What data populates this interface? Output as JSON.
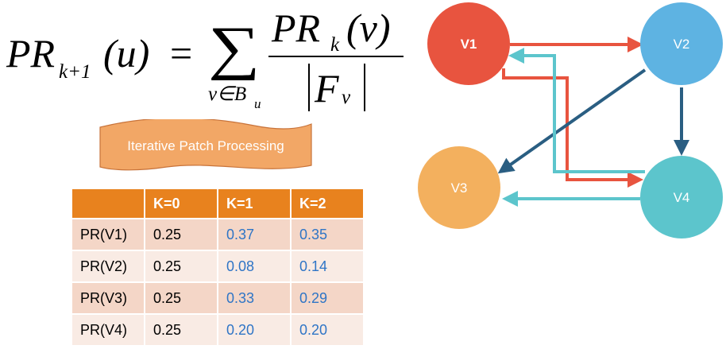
{
  "formula": {
    "lhs": "PR",
    "lhs_sub": "k+1",
    "lhs_arg": "(u)",
    "equals": "=",
    "sum_symbol": "∑",
    "sum_index": "v∈B",
    "sum_index_sub": "u",
    "num": "PR",
    "num_sub": "k",
    "num_arg": "(v)",
    "den": "F",
    "den_sub": "v"
  },
  "banner": {
    "label": "Iterative Patch Processing",
    "color": "#f2a766"
  },
  "table": {
    "headers": [
      "",
      "K=0",
      "K=1",
      "K=2"
    ],
    "rows": [
      [
        "PR(V1)",
        "0.25",
        "0.37",
        "0.35"
      ],
      [
        "PR(V2)",
        "0.25",
        "0.08",
        "0.14"
      ],
      [
        "PR(V3)",
        "0.25",
        "0.33",
        "0.29"
      ],
      [
        "PR(V4)",
        "0.25",
        "0.20",
        "0.20"
      ]
    ],
    "header_color": "#e8821e",
    "value_color": "#2f75c6"
  },
  "graph": {
    "nodes": [
      {
        "id": "V1",
        "label": "V1",
        "color": "#e8543f"
      },
      {
        "id": "V2",
        "label": "V2",
        "color": "#5eb3e2"
      },
      {
        "id": "V3",
        "label": "V3",
        "color": "#f3b05e"
      },
      {
        "id": "V4",
        "label": "V4",
        "color": "#5cc5cc"
      }
    ],
    "edges": [
      {
        "from": "V1",
        "to": "V2",
        "color": "#e8543f"
      },
      {
        "from": "V1",
        "to": "V4",
        "color": "#e8543f"
      },
      {
        "from": "V2",
        "to": "V3",
        "color": "#2a5e82"
      },
      {
        "from": "V2",
        "to": "V4",
        "color": "#2a5e82"
      },
      {
        "from": "V4",
        "to": "V1",
        "color": "#5cc5cc"
      },
      {
        "from": "V4",
        "to": "V3",
        "color": "#5cc5cc"
      }
    ]
  }
}
